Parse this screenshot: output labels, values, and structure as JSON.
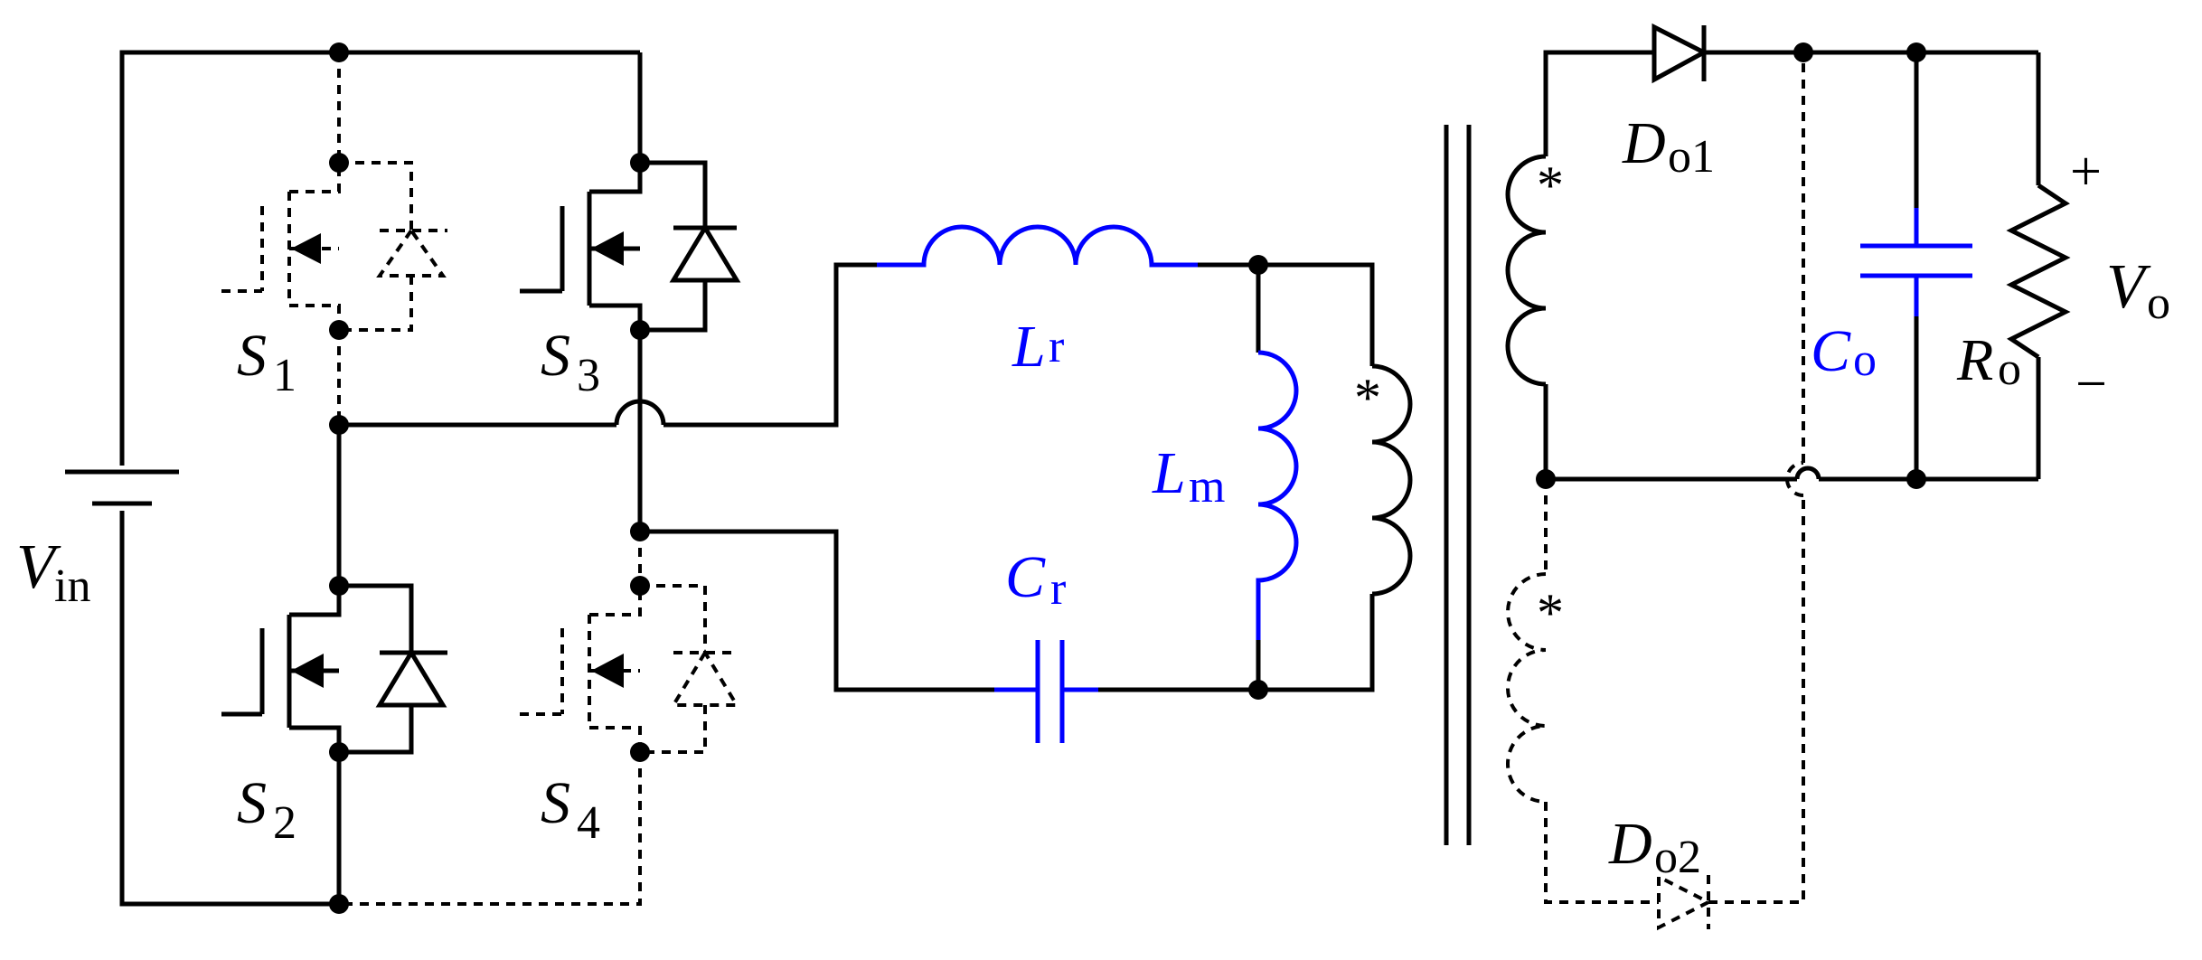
{
  "colors": {
    "wire": "#000000",
    "highlight": "#0000ff",
    "background": "#ffffff"
  },
  "labels": {
    "vin": {
      "main": "V",
      "sub": "in"
    },
    "s1": {
      "main": "S",
      "sub": "1"
    },
    "s2": {
      "main": "S",
      "sub": "2"
    },
    "s3": {
      "main": "S",
      "sub": "3"
    },
    "s4": {
      "main": "S",
      "sub": "4"
    },
    "lr": {
      "main": "L",
      "sub": "r"
    },
    "lm": {
      "main": "L",
      "sub": "m"
    },
    "cr": {
      "main": "C",
      "sub": "r"
    },
    "do1": {
      "main": "D",
      "sub": "o1"
    },
    "do2": {
      "main": "D",
      "sub": "o2"
    },
    "co": {
      "main": "C",
      "sub": "o"
    },
    "ro": {
      "main": "R",
      "sub": "o"
    },
    "vo": {
      "main": "V",
      "sub": "o"
    },
    "plus": "+",
    "minus": "−",
    "dot_primary": "*",
    "dot_sec1": "*",
    "dot_sec2": "*"
  }
}
